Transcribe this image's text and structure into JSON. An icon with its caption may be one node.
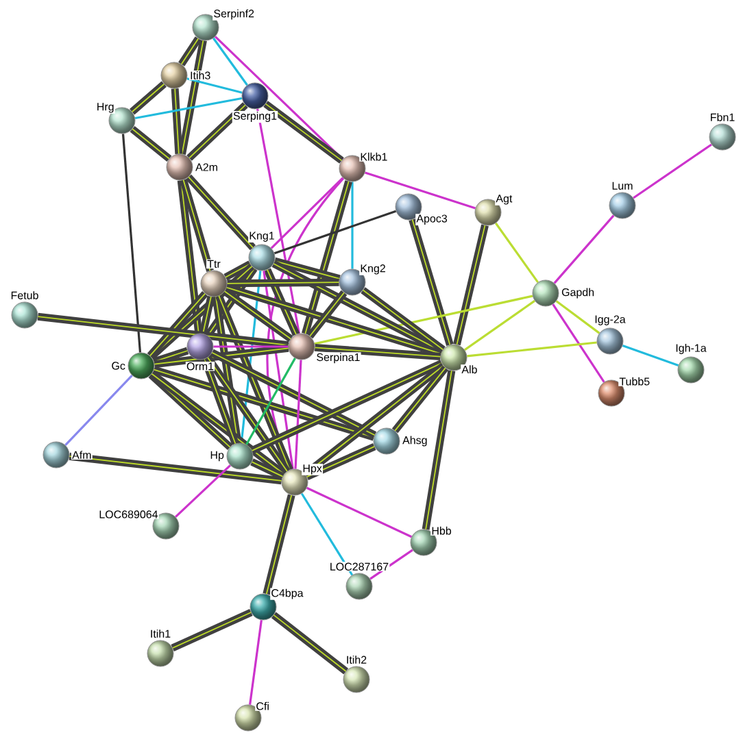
{
  "diagram": {
    "nodes": [
      {
        "text": [
          "Serpinf2"
        ]
      },
      {
        "text": [
          "Itih3"
        ]
      },
      {
        "text": [
          "Serping1"
        ]
      },
      {
        "text": [
          "Hrg"
        ]
      },
      {
        "text": [
          "A2m"
        ]
      },
      {
        "text": [
          "Klkb1"
        ]
      },
      {
        "text": [
          "Apoc3"
        ]
      },
      {
        "text": [
          "Agt"
        ]
      },
      {
        "text": [
          "Fbn1"
        ]
      },
      {
        "text": [
          "Lum"
        ]
      },
      {
        "text": [
          "Kng1"
        ]
      },
      {
        "text": [
          "Ttr"
        ]
      },
      {
        "text": [
          "Kng2"
        ]
      },
      {
        "text": [
          "Gapdh"
        ]
      },
      {
        "text": [
          "Fetub"
        ]
      },
      {
        "text": [
          "Gc"
        ]
      },
      {
        "text": [
          "Orm1"
        ]
      },
      {
        "text": [
          "Serpina1"
        ]
      },
      {
        "text": [
          "Alb"
        ]
      },
      {
        "text": [
          "Igg-2a"
        ]
      },
      {
        "text": [
          "Igh-1a"
        ]
      },
      {
        "text": [
          "Tubb5"
        ]
      },
      {
        "text": [
          "Afm"
        ]
      },
      {
        "text": [
          "Ahsg"
        ]
      },
      {
        "text": [
          "Hp"
        ]
      },
      {
        "text": [
          "Hpx"
        ]
      },
      {
        "text": [
          "LOC689064"
        ]
      },
      {
        "text": [
          "Hbb"
        ]
      },
      {
        "text": [
          "LOC287167"
        ]
      },
      {
        "text": [
          "C4bpa"
        ]
      },
      {
        "text": [
          "Itih1"
        ]
      },
      {
        "text": [
          "Itih2"
        ]
      },
      {
        "text": [
          "Cfi"
        ]
      }
    ],
    "edges": [
      {
        "from": 0,
        "to": 1,
        "arrow": "none"
      },
      {
        "from": 0,
        "to": 4,
        "arrow": "none"
      },
      {
        "from": 0,
        "to": 2,
        "arrow": "none",
        "color": "#22bbdd"
      },
      {
        "from": 0,
        "to": 5,
        "arrow": "none",
        "color": "#cc33cc"
      },
      {
        "from": 1,
        "to": 3,
        "arrow": "none"
      },
      {
        "from": 1,
        "to": 4,
        "arrow": "none"
      },
      {
        "from": 1,
        "to": 2,
        "arrow": "none",
        "color": "#22bbdd"
      },
      {
        "from": 3,
        "to": 2,
        "arrow": "none",
        "color": "#22bbdd"
      },
      {
        "from": 3,
        "to": 4,
        "arrow": "none"
      },
      {
        "from": 3,
        "to": 15,
        "arrow": "none",
        "color": "#333333"
      },
      {
        "from": 4,
        "to": 2,
        "arrow": "none"
      },
      {
        "from": 4,
        "to": 10,
        "arrow": "none"
      },
      {
        "from": 4,
        "to": 16,
        "arrow": "none"
      },
      {
        "from": 4,
        "to": 11,
        "arrow": "none"
      },
      {
        "from": 2,
        "to": 5,
        "arrow": "none"
      },
      {
        "from": 2,
        "to": 17,
        "arrow": "none",
        "color": "#cc33cc"
      },
      {
        "from": 5,
        "to": 7,
        "arrow": "none",
        "color": "#cc33cc"
      },
      {
        "from": 5,
        "to": 10,
        "arrow": "none",
        "color": "#cc33cc"
      },
      {
        "from": 5,
        "to": 12,
        "arrow": "none",
        "color": "#22bbdd"
      },
      {
        "from": 5,
        "to": 17,
        "arrow": "none"
      },
      {
        "from": 5,
        "to": 25,
        "arrow": "none",
        "color": "#cc33cc"
      },
      {
        "from": 10,
        "to": 6,
        "arrow": "none",
        "color": "#333333"
      },
      {
        "from": 6,
        "to": 18,
        "arrow": "none"
      },
      {
        "from": 7,
        "to": 18,
        "arrow": "none"
      },
      {
        "from": 7,
        "to": 13,
        "arrow": "none",
        "color": "#bbdd33"
      },
      {
        "from": 8,
        "to": 9,
        "arrow": "none",
        "color": "#cc33cc"
      },
      {
        "from": 9,
        "to": 13,
        "arrow": "none",
        "color": "#cc33cc"
      },
      {
        "from": 13,
        "to": 21,
        "arrow": "none",
        "color": "#cc33cc"
      },
      {
        "from": 13,
        "to": 19,
        "arrow": "none",
        "color": "#bbdd33"
      },
      {
        "from": 13,
        "to": 18,
        "arrow": "none",
        "color": "#bbdd33"
      },
      {
        "from": 13,
        "to": 17,
        "arrow": "none",
        "color": "#bbdd33"
      },
      {
        "from": 19,
        "to": 18,
        "arrow": "none",
        "color": "#bbdd33"
      },
      {
        "from": 19,
        "to": 20,
        "arrow": "none",
        "color": "#22bbdd"
      },
      {
        "from": 10,
        "to": 11,
        "arrow": "none"
      },
      {
        "from": 10,
        "to": 12,
        "arrow": "none"
      },
      {
        "from": 10,
        "to": 16,
        "arrow": "none"
      },
      {
        "from": 10,
        "to": 15,
        "arrow": "none"
      },
      {
        "from": 10,
        "to": 17,
        "arrow": "none"
      },
      {
        "from": 10,
        "to": 24,
        "arrow": "none",
        "color": "#22bbdd"
      },
      {
        "from": 10,
        "to": 25,
        "arrow": "none",
        "color": "#cc33cc"
      },
      {
        "from": 10,
        "to": 18,
        "arrow": "none"
      },
      {
        "from": 11,
        "to": 15,
        "arrow": "none"
      },
      {
        "from": 11,
        "to": 16,
        "arrow": "none"
      },
      {
        "from": 11,
        "to": 17,
        "arrow": "none"
      },
      {
        "from": 11,
        "to": 18,
        "arrow": "none"
      },
      {
        "from": 11,
        "to": 24,
        "arrow": "none"
      },
      {
        "from": 11,
        "to": 25,
        "arrow": "none"
      },
      {
        "from": 11,
        "to": 12,
        "arrow": "none"
      },
      {
        "from": 12,
        "to": 17,
        "arrow": "none"
      },
      {
        "from": 12,
        "to": 18,
        "arrow": "none"
      },
      {
        "from": 14,
        "to": 17,
        "arrow": "none"
      },
      {
        "from": 15,
        "to": 16,
        "arrow": "none"
      },
      {
        "from": 15,
        "to": 17,
        "arrow": "none"
      },
      {
        "from": 15,
        "to": 22,
        "arrow": "none",
        "color": "#8888ee"
      },
      {
        "from": 15,
        "to": 24,
        "arrow": "none"
      },
      {
        "from": 15,
        "to": 25,
        "arrow": "none"
      },
      {
        "from": 15,
        "to": 23,
        "arrow": "none"
      },
      {
        "from": 16,
        "to": 17,
        "arrow": "none",
        "color": "#cc33cc"
      },
      {
        "from": 16,
        "to": 24,
        "arrow": "none"
      },
      {
        "from": 16,
        "to": 25,
        "arrow": "none"
      },
      {
        "from": 16,
        "to": 23,
        "arrow": "none"
      },
      {
        "from": 17,
        "to": 18,
        "arrow": "none"
      },
      {
        "from": 17,
        "to": 24,
        "arrow": "none",
        "color": "#22bb66"
      },
      {
        "from": 17,
        "to": 25,
        "arrow": "none",
        "color": "#cc33cc"
      },
      {
        "from": 18,
        "to": 24,
        "arrow": "none"
      },
      {
        "from": 18,
        "to": 25,
        "arrow": "none"
      },
      {
        "from": 18,
        "to": 23,
        "arrow": "none"
      },
      {
        "from": 18,
        "to": 27,
        "arrow": "none"
      },
      {
        "from": 22,
        "to": 25,
        "arrow": "none"
      },
      {
        "from": 24,
        "to": 25,
        "arrow": "none"
      },
      {
        "from": 24,
        "to": 26,
        "arrow": "none",
        "color": "#cc33cc"
      },
      {
        "from": 25,
        "to": 27,
        "arrow": "none",
        "color": "#cc33cc"
      },
      {
        "from": 25,
        "to": 28,
        "arrow": "none",
        "color": "#22bbdd"
      },
      {
        "from": 25,
        "to": 29,
        "arrow": "none"
      },
      {
        "from": 25,
        "to": 23,
        "arrow": "none"
      },
      {
        "from": 27,
        "to": 28,
        "arrow": "none",
        "color": "#cc33cc"
      },
      {
        "from": 29,
        "to": 30,
        "arrow": "none"
      },
      {
        "from": 29,
        "to": 31,
        "arrow": "none"
      },
      {
        "from": 29,
        "to": 32,
        "arrow": "none",
        "color": "#cc33cc"
      }
    ]
  }
}
